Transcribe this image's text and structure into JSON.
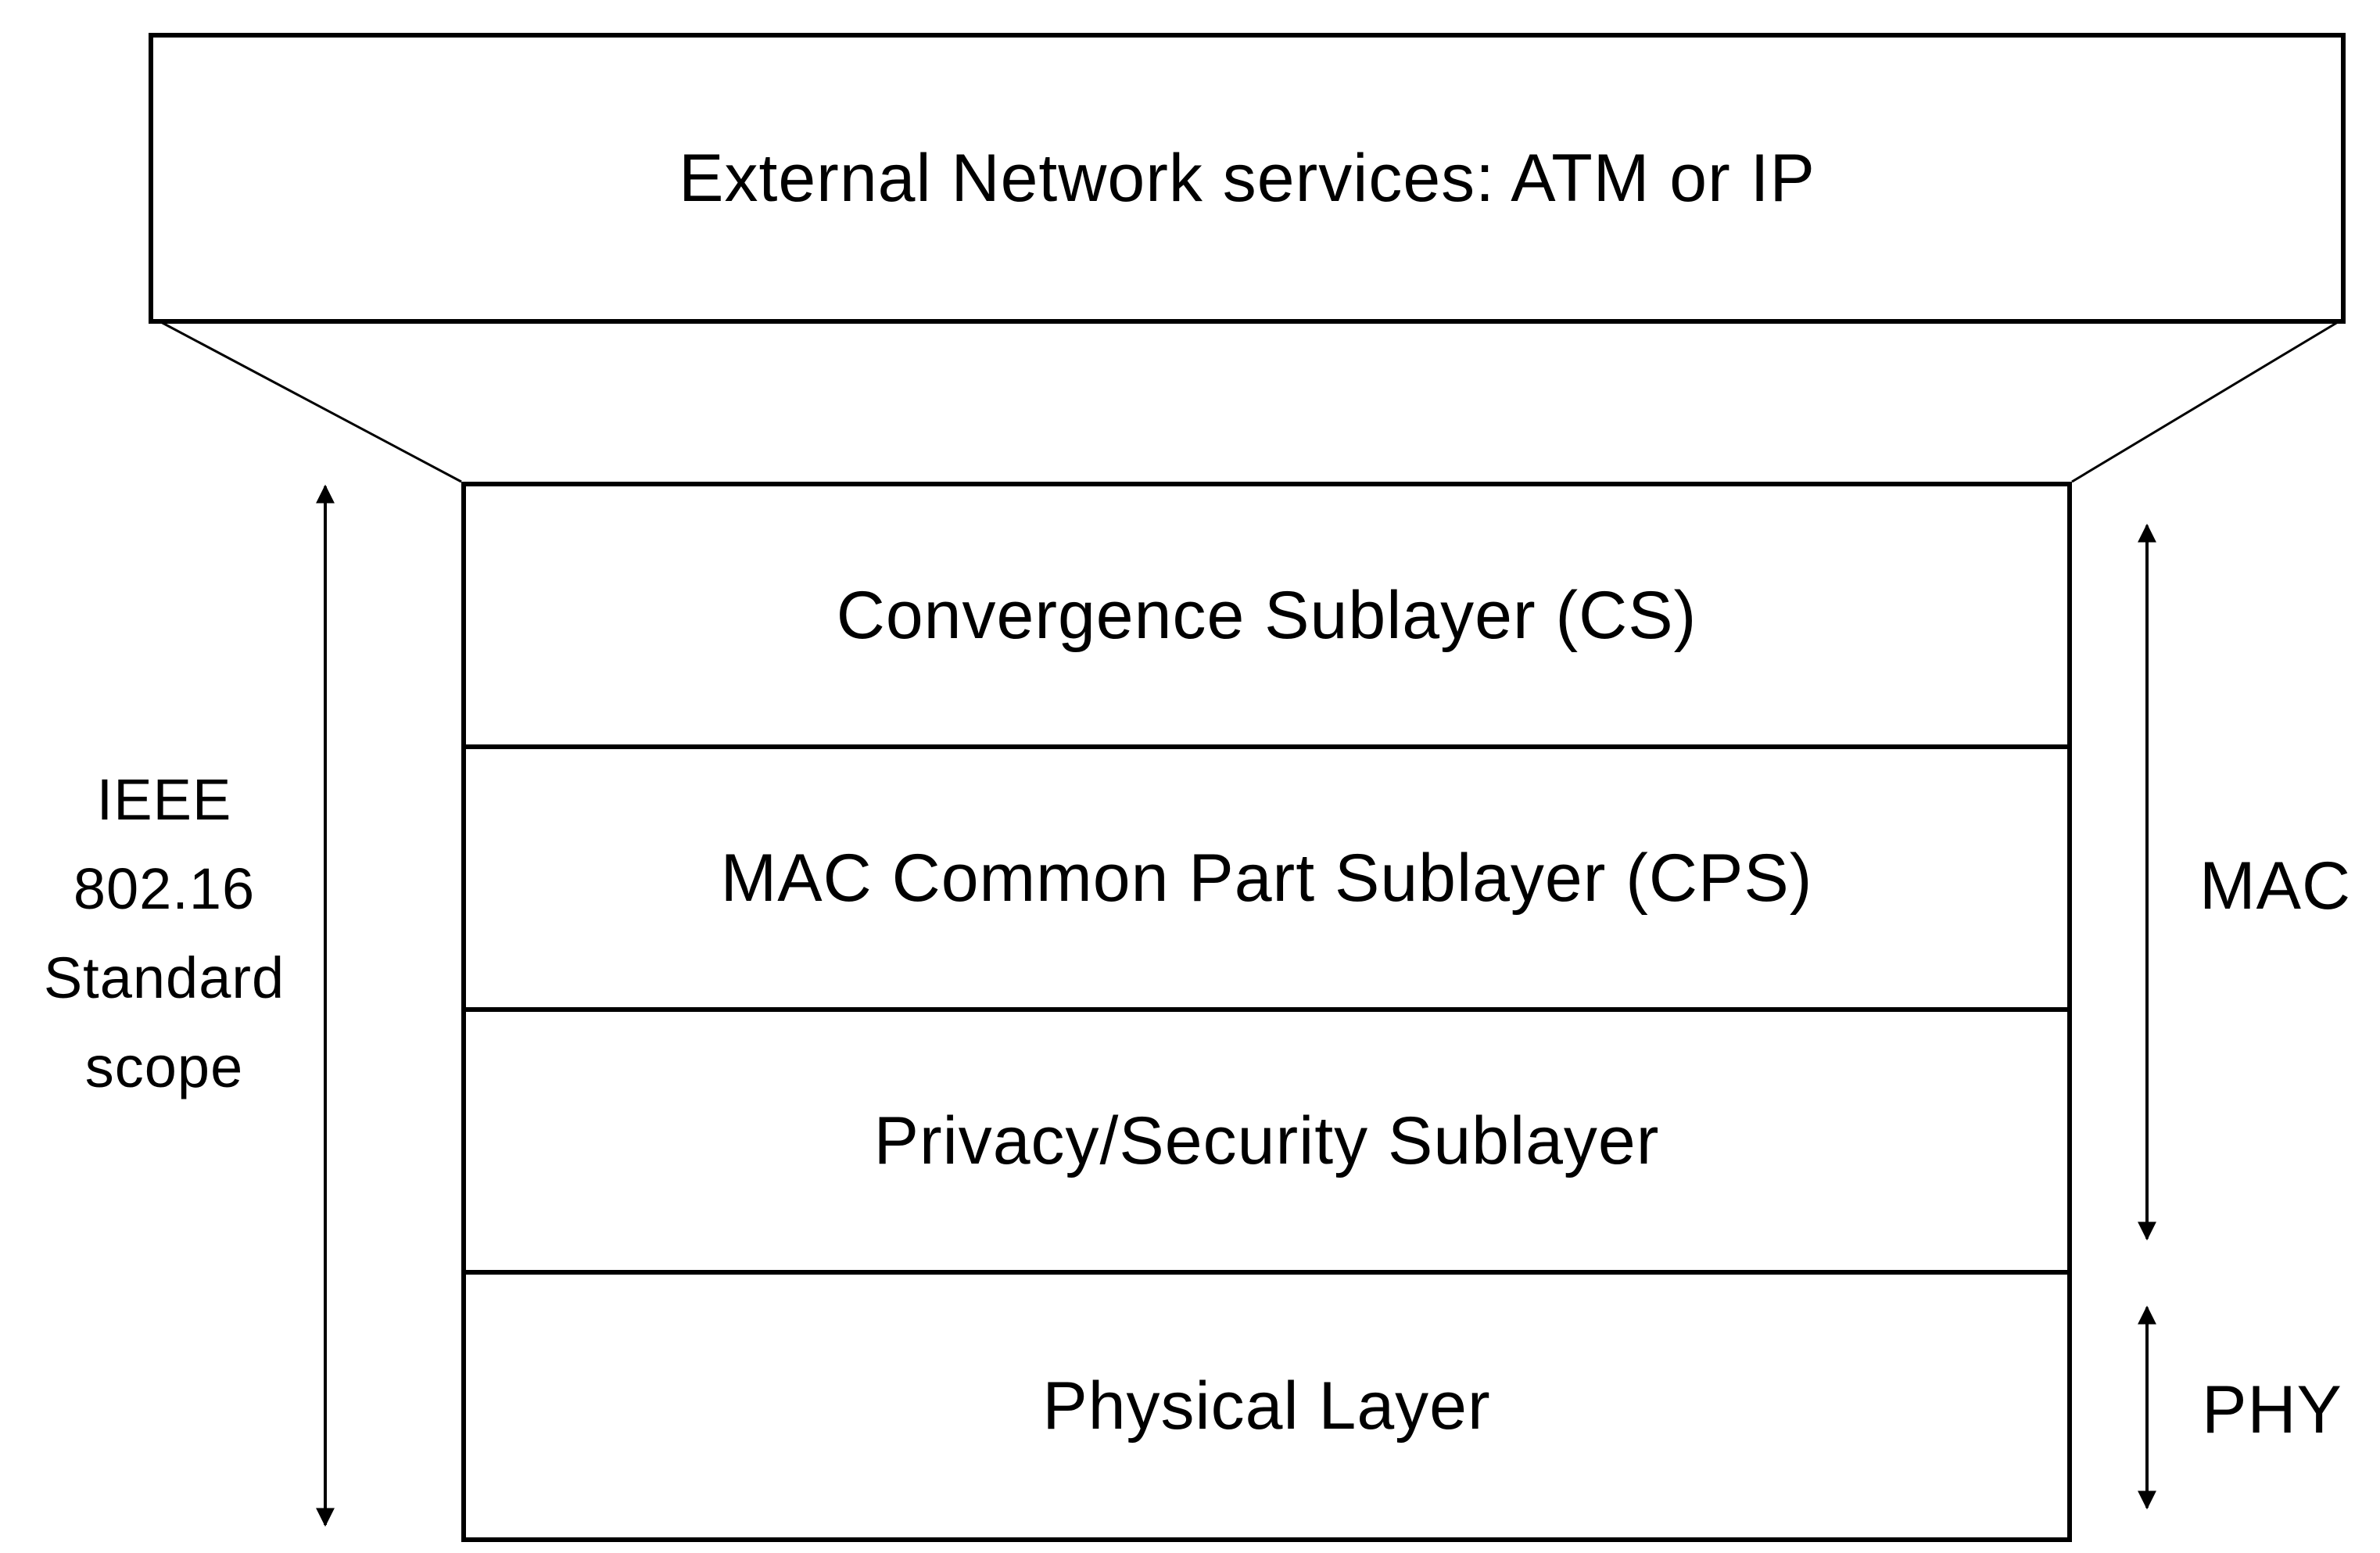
{
  "external": {
    "label": "External Network services: ATM or IP"
  },
  "layers": [
    {
      "label": "Convergence Sublayer (CS)"
    },
    {
      "label": "MAC Common Part Sublayer (CPS)"
    },
    {
      "label": "Privacy/Security Sublayer"
    },
    {
      "label": "Physical Layer"
    }
  ],
  "scope": {
    "lines": [
      "IEEE",
      "802.16",
      "Standard",
      "scope"
    ]
  },
  "mac_label": "MAC",
  "phy_label": "PHY",
  "colors": {
    "stroke": "#000000",
    "background": "#ffffff"
  }
}
